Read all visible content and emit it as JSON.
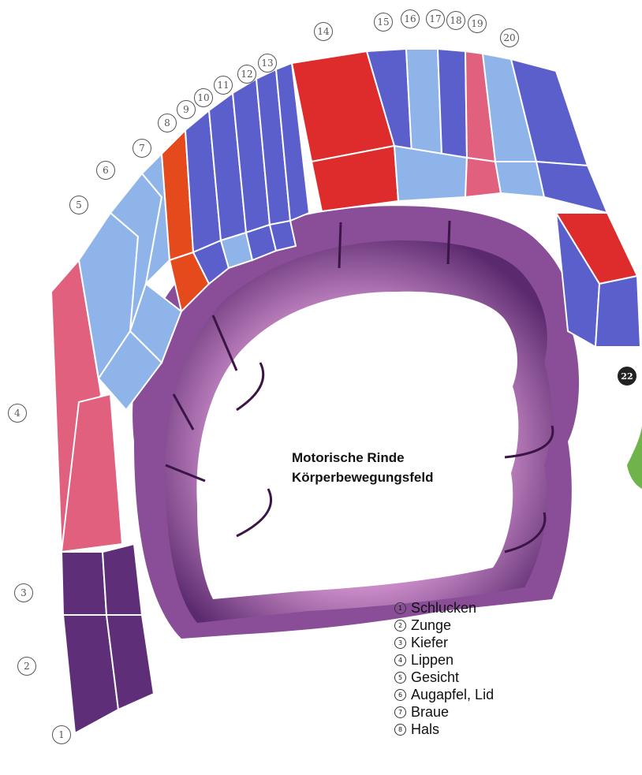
{
  "title": {
    "line1": "Motorische Rinde",
    "line2": "Körperbewegungsfeld"
  },
  "numbers": [
    "1",
    "2",
    "3",
    "4",
    "5",
    "6",
    "7",
    "8",
    "9",
    "10",
    "11",
    "12",
    "13",
    "14",
    "15",
    "16",
    "17",
    "18",
    "19",
    "20",
    "22"
  ],
  "legend": [
    {
      "num": "1",
      "label": "Schlucken"
    },
    {
      "num": "2",
      "label": "Zunge"
    },
    {
      "num": "3",
      "label": "Kiefer"
    },
    {
      "num": "4",
      "label": "Lippen"
    },
    {
      "num": "5",
      "label": "Gesicht"
    },
    {
      "num": "6",
      "label": "Augapfel, Lid"
    },
    {
      "num": "7",
      "label": "Braue"
    },
    {
      "num": "8",
      "label": "Hals"
    }
  ],
  "colors": {
    "pink": "#e0607e",
    "dark_purple": "#5e2f78",
    "light_blue": "#8fb4ea",
    "blue": "#5a5fcc",
    "red": "#de2b2b",
    "orange_red": "#e54a1c",
    "brain_dark": "#5a2a6b",
    "brain_light": "#c78dc9"
  }
}
